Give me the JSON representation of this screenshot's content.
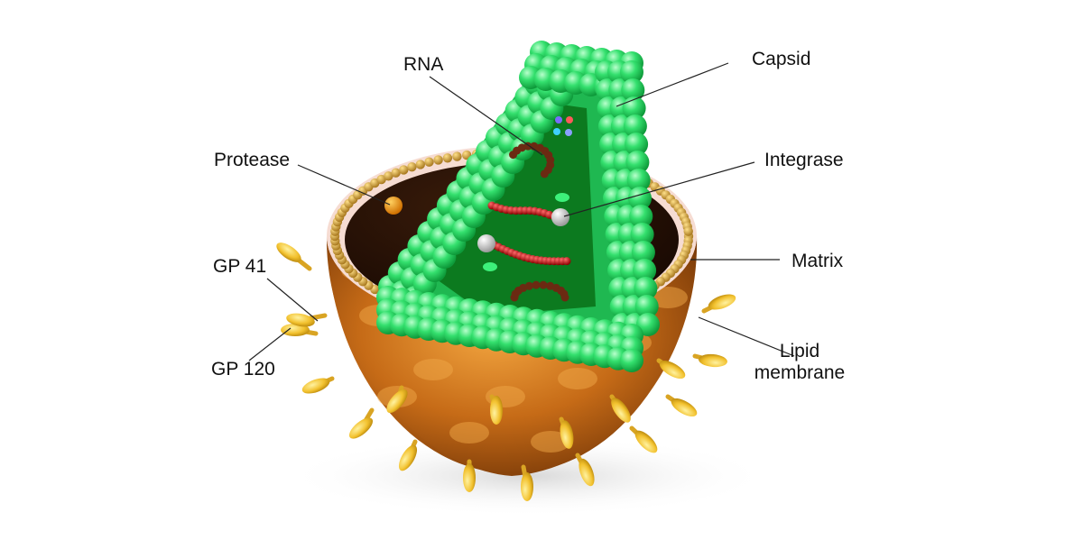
{
  "labels": {
    "rna": "RNA",
    "capsid": "Capsid",
    "protease": "Protease",
    "integrase": "Integrase",
    "matrix": "Matrix",
    "gp41": "GP 41",
    "gp120": "GP 120",
    "lipid_line1": "Lipid",
    "lipid_line2": "membrane"
  },
  "colors": {
    "capsid": "#2ee06a",
    "capsid_interior": "#0c7a1f",
    "membrane": "#c9701a",
    "matrix_beads": "#c9a33a",
    "spikes": "#f2c12e",
    "rna": "#cc1a1a",
    "background": "#ffffff"
  }
}
